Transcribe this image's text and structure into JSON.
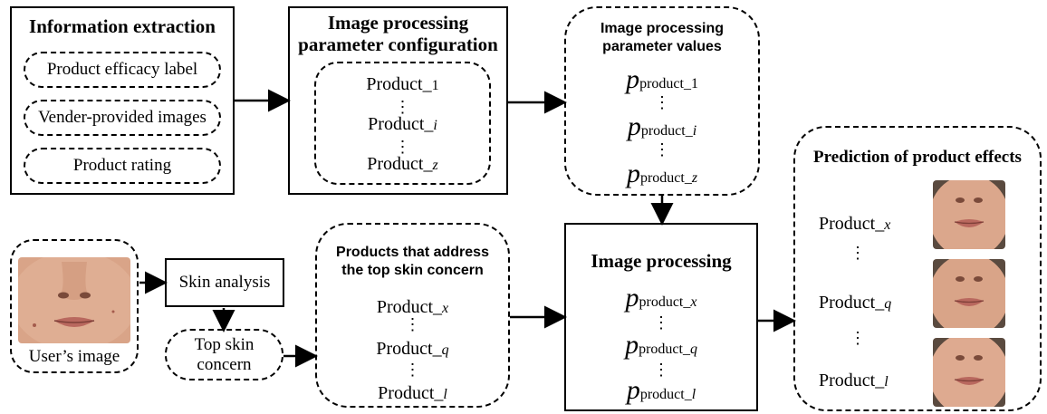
{
  "info": {
    "title": "Information extraction",
    "items": [
      "Product efficacy label",
      "Vender-provided images",
      "Product rating"
    ]
  },
  "config": {
    "title_l1": "Image processing",
    "title_l2": "parameter configuration",
    "items": [
      {
        "base": "Product_",
        "sub": "1"
      },
      {
        "base": "Product_",
        "sub": "i"
      },
      {
        "base": "Product_",
        "sub": "z"
      }
    ]
  },
  "values": {
    "title_l1": "Image processing",
    "title_l2": "parameter values",
    "p": "p",
    "items": [
      {
        "base": "product_",
        "sub": "1"
      },
      {
        "base": "product_",
        "sub": "i"
      },
      {
        "base": "product_",
        "sub": "z"
      }
    ]
  },
  "user": {
    "label": "User’s image"
  },
  "skin_analysis": {
    "label": "Skin analysis"
  },
  "top_concern": {
    "l1": "Top skin",
    "l2": "concern"
  },
  "address": {
    "title_l1": "Products that address",
    "title_l2": "the top skin concern",
    "items": [
      {
        "base": "Product_",
        "sub": "x"
      },
      {
        "base": "Product_",
        "sub": "q"
      },
      {
        "base": "Product_",
        "sub": "l"
      }
    ]
  },
  "processing": {
    "title": "Image processing",
    "p": "p",
    "items": [
      {
        "base": "product_",
        "sub": "x"
      },
      {
        "base": "product_",
        "sub": "q"
      },
      {
        "base": "product_",
        "sub": "l"
      }
    ]
  },
  "prediction": {
    "title": "Prediction of product effects",
    "items": [
      {
        "base": "Product_",
        "sub": "x"
      },
      {
        "base": "Product_",
        "sub": "q"
      },
      {
        "base": "Product_",
        "sub": "l"
      }
    ]
  },
  "ellipsis": "⋮",
  "colors": {
    "skin": "#d9a488",
    "skin_shadow": "#b97d62",
    "lips": "#b9685e",
    "bg_photo": "#5a4a3f"
  }
}
